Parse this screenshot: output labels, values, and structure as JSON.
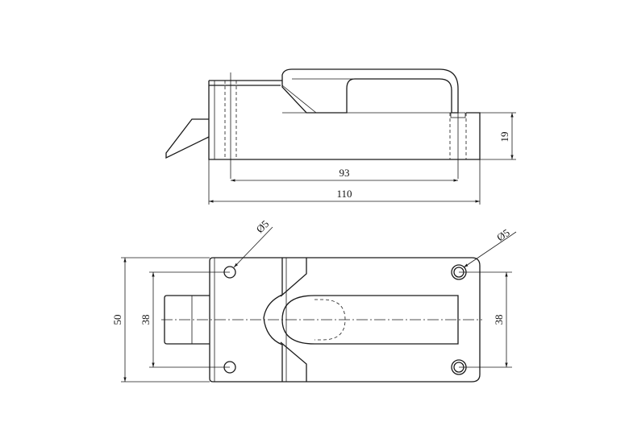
{
  "top_view": {
    "dim_total_length": "110",
    "dim_hole_spacing": "93",
    "dim_height": "19"
  },
  "front_view": {
    "dim_total_width": "50",
    "dim_hole_spacing_left": "38",
    "dim_hole_spacing_right": "38",
    "hole_label_left": "Ø5",
    "hole_label_right": "Ø5"
  }
}
